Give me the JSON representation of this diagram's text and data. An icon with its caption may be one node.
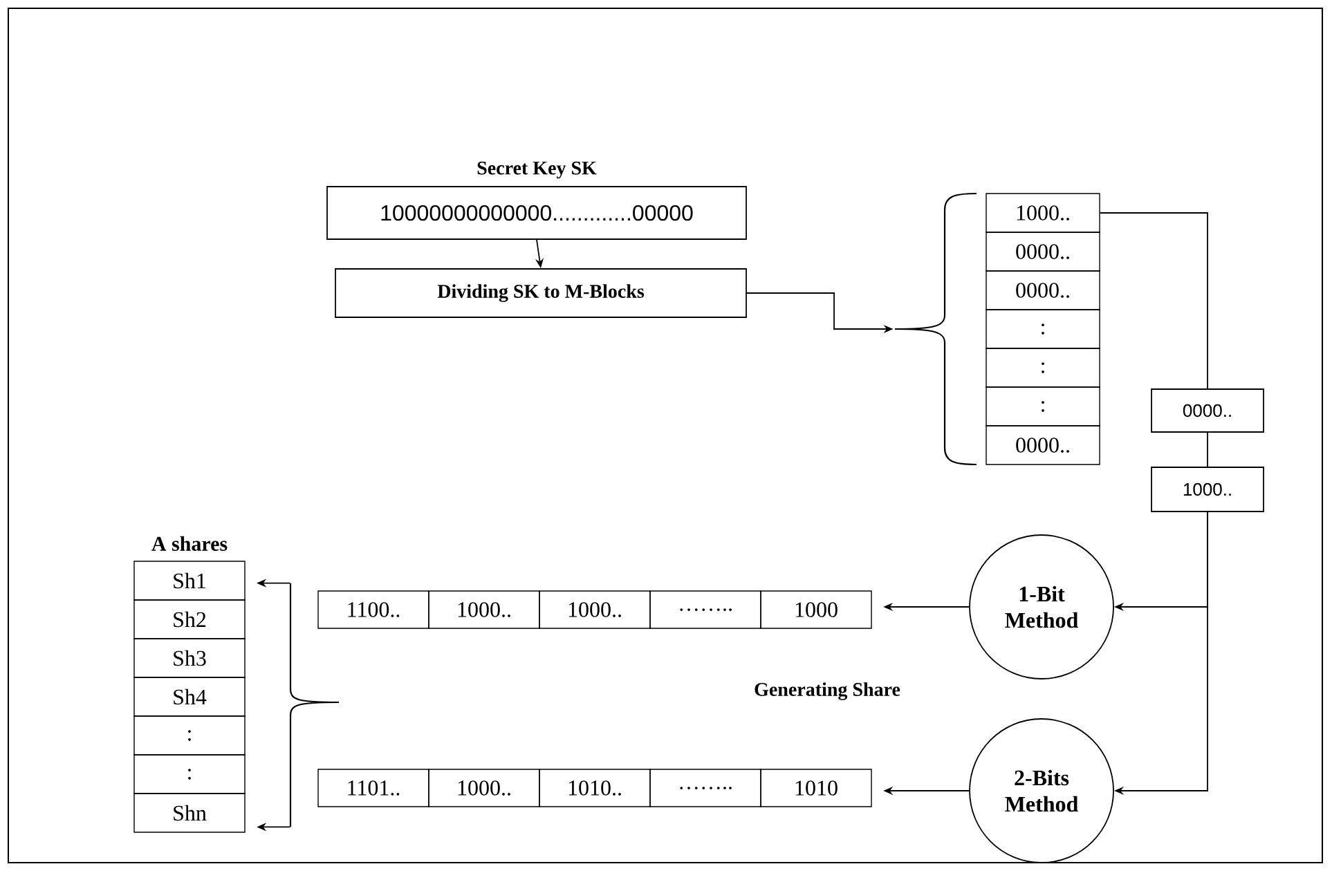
{
  "diagram": {
    "nodes": [
      {
        "text": [
          "Secret Key SK",
          "10000000000000.............00000"
        ]
      },
      {
        "text": [
          "Dividing SK to M-Blocks"
        ]
      },
      {
        "text": [
          "1000..",
          "0000..",
          "0000..",
          ":",
          ":",
          ":",
          "0000.."
        ]
      },
      {
        "text": [
          "0000.."
        ]
      },
      {
        "text": [
          "1000.."
        ]
      },
      {
        "text": [
          "A shares",
          "Sh1",
          "Sh2",
          "Sh3",
          "Sh4",
          ":",
          ":",
          "Shn"
        ]
      },
      {
        "text": [],
        "shape": "brace"
      },
      {
        "text": [
          "1100..",
          "1000..",
          "1000..",
          "……..",
          "1000"
        ]
      },
      {
        "text": [
          "1-Bit Method"
        ]
      },
      {
        "text": [
          "1101..",
          "1000..",
          "1010..",
          "……..",
          "1010"
        ]
      },
      {
        "text": [
          "2-Bits Method"
        ]
      }
    ],
    "edges": [
      {
        "from": 0,
        "to": 1,
        "arrow": "to"
      },
      {
        "from": 1,
        "to": 2,
        "arrow": "to"
      },
      {
        "from": 2,
        "to": 3,
        "arrow": "none"
      },
      {
        "from": 3,
        "to": 4,
        "arrow": "none"
      },
      {
        "from": 4,
        "to": 8,
        "arrow": "to"
      },
      {
        "from": 4,
        "to": 10,
        "arrow": "to"
      },
      {
        "from": 8,
        "to": 7,
        "arrow": "to"
      },
      {
        "from": 10,
        "to": 9,
        "arrow": "to"
      },
      {
        "from": 6,
        "to": 5,
        "arrow": "to"
      },
      {
        "from": 6,
        "to": 5,
        "arrow": "to"
      }
    ],
    "labels": [
      "Generating Share"
    ]
  }
}
